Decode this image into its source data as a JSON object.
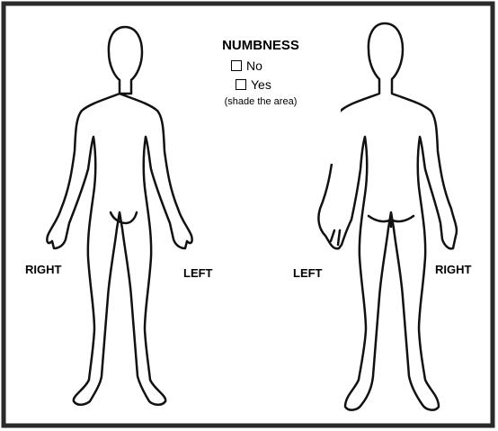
{
  "form": {
    "title": "NUMBNESS",
    "option_no": "No",
    "option_yes": "Yes",
    "instruction": "(shade the area)"
  },
  "body_labels": {
    "front_right": "RIGHT",
    "front_left": "LEFT",
    "back_left": "LEFT",
    "back_right": "RIGHT"
  },
  "colors": {
    "frame": "#2a2a2a",
    "outline": "#111111",
    "background": "#ffffff"
  }
}
